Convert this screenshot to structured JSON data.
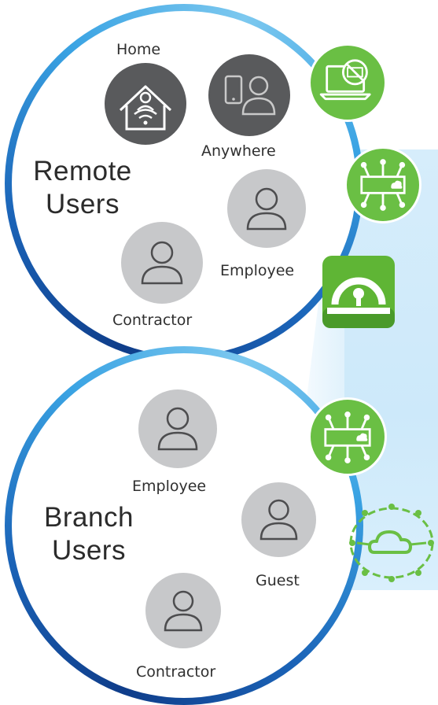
{
  "remote_group": {
    "title_line1": "Remote",
    "title_line2": "Users",
    "home_label": "Home",
    "anywhere_label": "Anywhere",
    "employee_label": "Employee",
    "contractor_label": "Contractor"
  },
  "branch_group": {
    "title_line1": "Branch",
    "title_line2": "Users",
    "employee_label": "Employee",
    "guest_label": "Guest",
    "contractor_label": "Contractor"
  },
  "icons": [
    "home-wifi-icon",
    "mobile-user-icon",
    "person-icon",
    "laptop-blocked-icon",
    "sdwan-edge-icon",
    "secure-lock-icon",
    "cloud-network-icon"
  ],
  "colors": {
    "ring_dark": "#0f3d8a",
    "ring_light": "#7cc8ef",
    "badge_green": "#6abf44",
    "avatar_dark": "#595a5c",
    "avatar_light": "#c7c8ca",
    "panel_blue": "#d3ecfb"
  }
}
